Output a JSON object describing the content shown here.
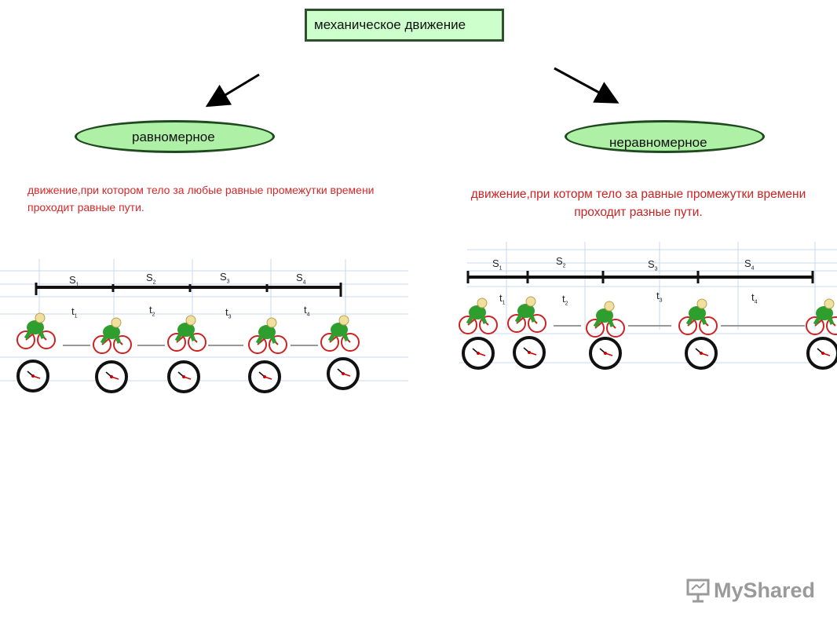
{
  "title": "механическое движение",
  "left": {
    "kind": "равномерное",
    "definition": "движение,при котором тело за любые равные промежутки времени проходит равные пути.",
    "segments": [
      "S",
      "S",
      "S",
      "S"
    ],
    "times": [
      "t",
      "t",
      "t",
      "t"
    ],
    "indices": [
      "1",
      "2",
      "3",
      "4"
    ]
  },
  "right": {
    "kind": "неравномерное",
    "definition_line1": "движение,при которм тело за равные промежутки времени",
    "definition_line2": "проходит разные пути.",
    "segments": [
      "S",
      "S",
      "S",
      "S"
    ],
    "times": [
      "t",
      "t",
      "t",
      "t"
    ],
    "indices": [
      "1",
      "2",
      "3",
      "4"
    ]
  },
  "logo": {
    "text": "MyShared",
    "icon": "presentation-board-icon"
  },
  "colors": {
    "definition_text": "#d42828",
    "ellipse_fill": "#aef0a6",
    "title_fill": "#ccffcc",
    "cyclist_green": "#2e9e2e"
  }
}
